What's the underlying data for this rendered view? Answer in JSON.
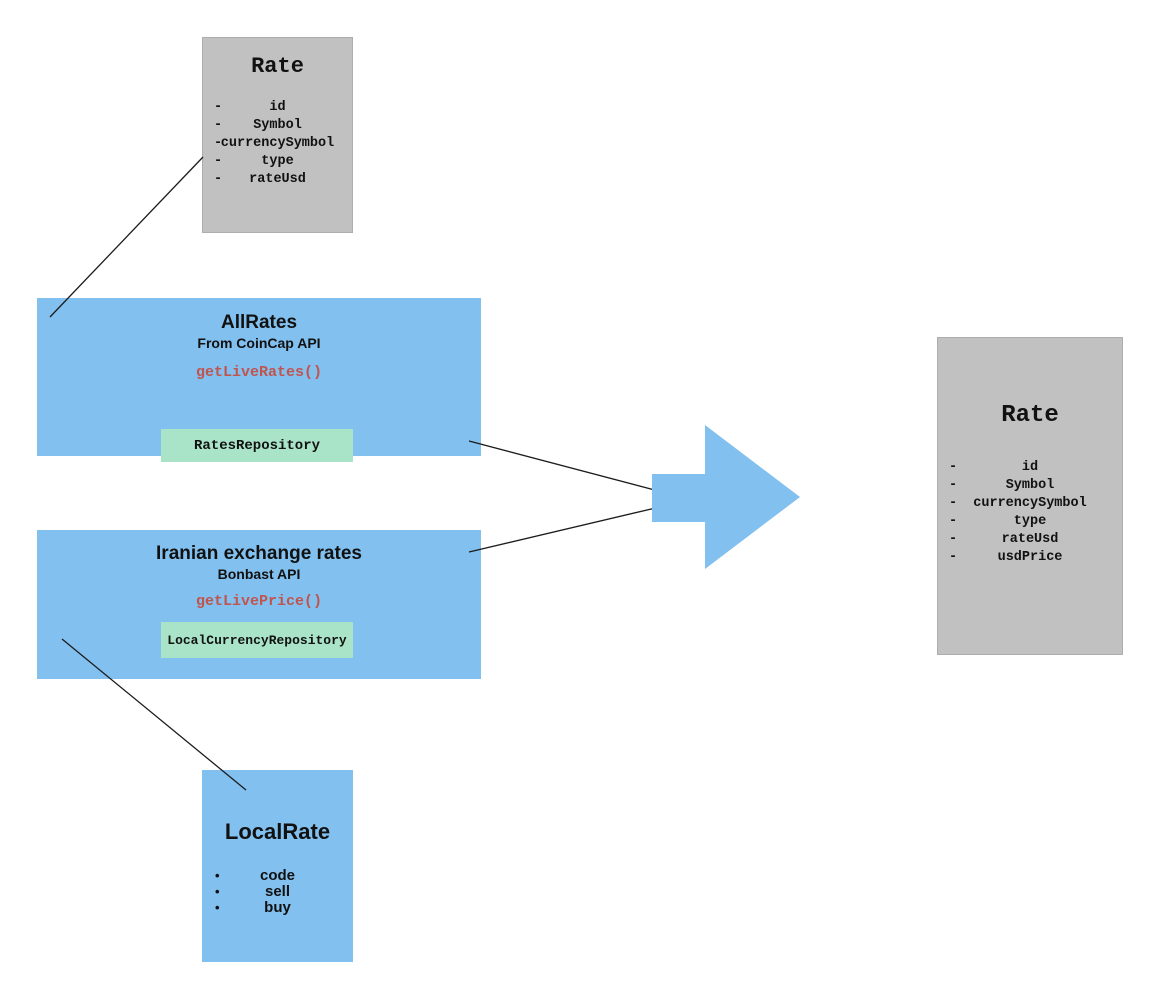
{
  "colors": {
    "blue": "#82c0ef",
    "gray": "#c1c1c1",
    "gray-border": "#adadad",
    "green": "#a9e4c9",
    "red": "#c0544e",
    "ink": "#111111",
    "line": "#1c1c1c"
  },
  "boxes": {
    "rate_top": {
      "title": "Rate",
      "marker": "-",
      "fields": [
        "id",
        "Symbol",
        "currencySymbol",
        "type",
        "rateUsd"
      ]
    },
    "all_rates": {
      "title": "AllRates",
      "subtitle": "From CoinCap API",
      "method": "getLiveRates()",
      "repository": "RatesRepository"
    },
    "iranian_rates": {
      "title": "Iranian exchange rates",
      "subtitle": "Bonbast API",
      "method": "getLivePrice()",
      "repository": "LocalCurrencyRepository"
    },
    "local_rate": {
      "title": "LocalRate",
      "marker": "•",
      "fields": [
        "code",
        "sell",
        "buy"
      ]
    },
    "rate_right": {
      "title": "Rate",
      "marker": "-",
      "fields": [
        "id",
        "Symbol",
        "currencySymbol",
        "type",
        "rateUsd",
        "usdPrice"
      ]
    }
  }
}
